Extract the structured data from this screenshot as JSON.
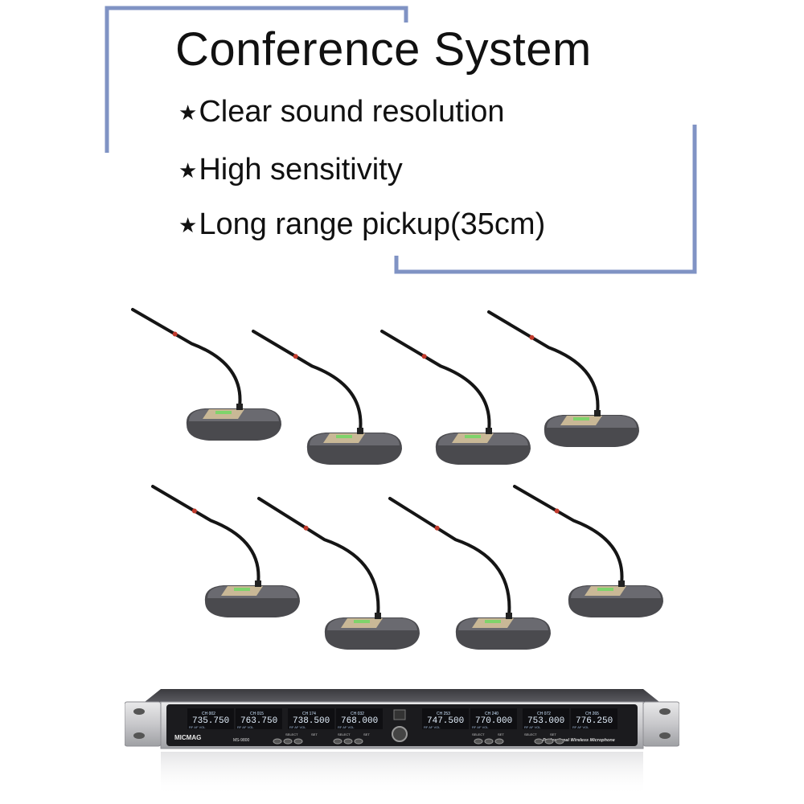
{
  "header": {
    "title": "Conference System",
    "features": [
      {
        "star": "★",
        "text": "Clear sound resolution"
      },
      {
        "star": "★",
        "text": "High sensitivity"
      },
      {
        "star": "★",
        "text": "Long range pickup(35cm)"
      }
    ],
    "frame_color": "#8093c4"
  },
  "microphones": {
    "count": 8,
    "base_color": "#4a4a4e",
    "panel_color": "#c9b896",
    "display_color": "#7fd36b"
  },
  "receiver": {
    "brand": "MICMAG",
    "model": "MS-9800",
    "slogan": "Professional Wireless Microphone",
    "channels": [
      {
        "label": "CH 002",
        "freq": "735.750"
      },
      {
        "label": "CH 015",
        "freq": "763.750"
      },
      {
        "label": "CH 174",
        "freq": "738.500"
      },
      {
        "label": "CH 032",
        "freq": "768.000"
      },
      {
        "label": "CH 253",
        "freq": "747.500"
      },
      {
        "label": "CH 240",
        "freq": "770.000"
      },
      {
        "label": "CH 072",
        "freq": "753.000"
      },
      {
        "label": "CH 265",
        "freq": "776.250"
      }
    ],
    "display_sub": "RF AF VOL",
    "button_labels": [
      "SELECT",
      "SET",
      "SELECT",
      "SET",
      "SELECT",
      "SET",
      "SELECT",
      "SET"
    ]
  }
}
